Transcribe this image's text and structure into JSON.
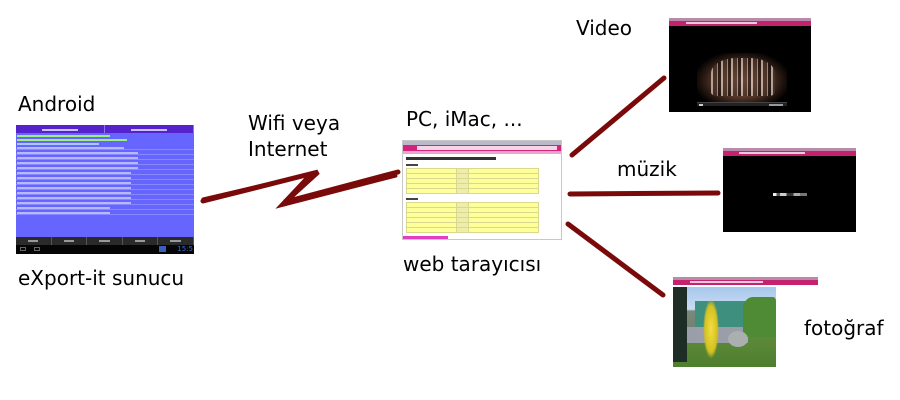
{
  "diagram": {
    "colors": {
      "connector": "#7a0a0a",
      "android_bg": "#6666ff",
      "browser_accent": "#d6217f",
      "text": "#000000"
    },
    "android": {
      "title": "Android",
      "caption": "eXport-it sunucu",
      "clock": "15:5"
    },
    "network": {
      "line1": "Wifi veya",
      "line2": "Internet",
      "icon": "lightning-bolt-icon"
    },
    "client": {
      "title": "PC, iMac, ...",
      "caption": "web tarayıcısı"
    },
    "media": [
      {
        "label": "Video",
        "kind": "video-player-screenshot"
      },
      {
        "label": "müzik",
        "kind": "audio-player-screenshot"
      },
      {
        "label": "fotoğraf",
        "kind": "photo-viewer-screenshot"
      }
    ]
  }
}
